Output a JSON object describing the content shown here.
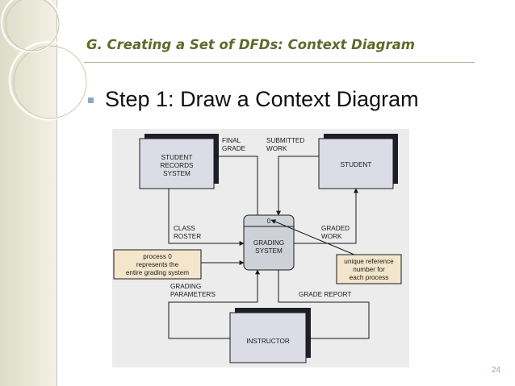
{
  "slide": {
    "title": "G.  Creating a Set of DFDs: Context Diagram",
    "bullet": "Step 1: Draw a Context Diagram",
    "page_number": "24"
  },
  "colors": {
    "title": "#5e6a2a",
    "bullet": "#8aa8b8",
    "entity_fill": "#dcdce6",
    "entity_shadow": "#1e1e2a",
    "process_fill": "#cfd1d8",
    "annotation_fill": "#f3e6cc",
    "diagram_background": "#ececec"
  },
  "diagram": {
    "entities": {
      "student_records_system": [
        "STUDENT",
        "RECORDS",
        "SYSTEM"
      ],
      "student": "STUDENT",
      "instructor": "INSTRUCTOR"
    },
    "process": {
      "number": "0",
      "name": [
        "GRADING",
        "SYSTEM"
      ]
    },
    "flows": {
      "final_grade": [
        "FINAL",
        "GRADE"
      ],
      "submitted_work": [
        "SUBMITTED",
        "WORK"
      ],
      "class_roster": [
        "CLASS",
        "ROSTER"
      ],
      "graded_work": [
        "GRADED",
        "WORK"
      ],
      "grading_parameters": [
        "GRADING",
        "PARAMETERS"
      ],
      "grade_report": "GRADE REPORT"
    },
    "annotations": {
      "process_0": [
        "process 0",
        "represents the",
        "entire grading system"
      ],
      "reference_number": [
        "unique reference",
        "number for",
        "each process"
      ]
    }
  }
}
